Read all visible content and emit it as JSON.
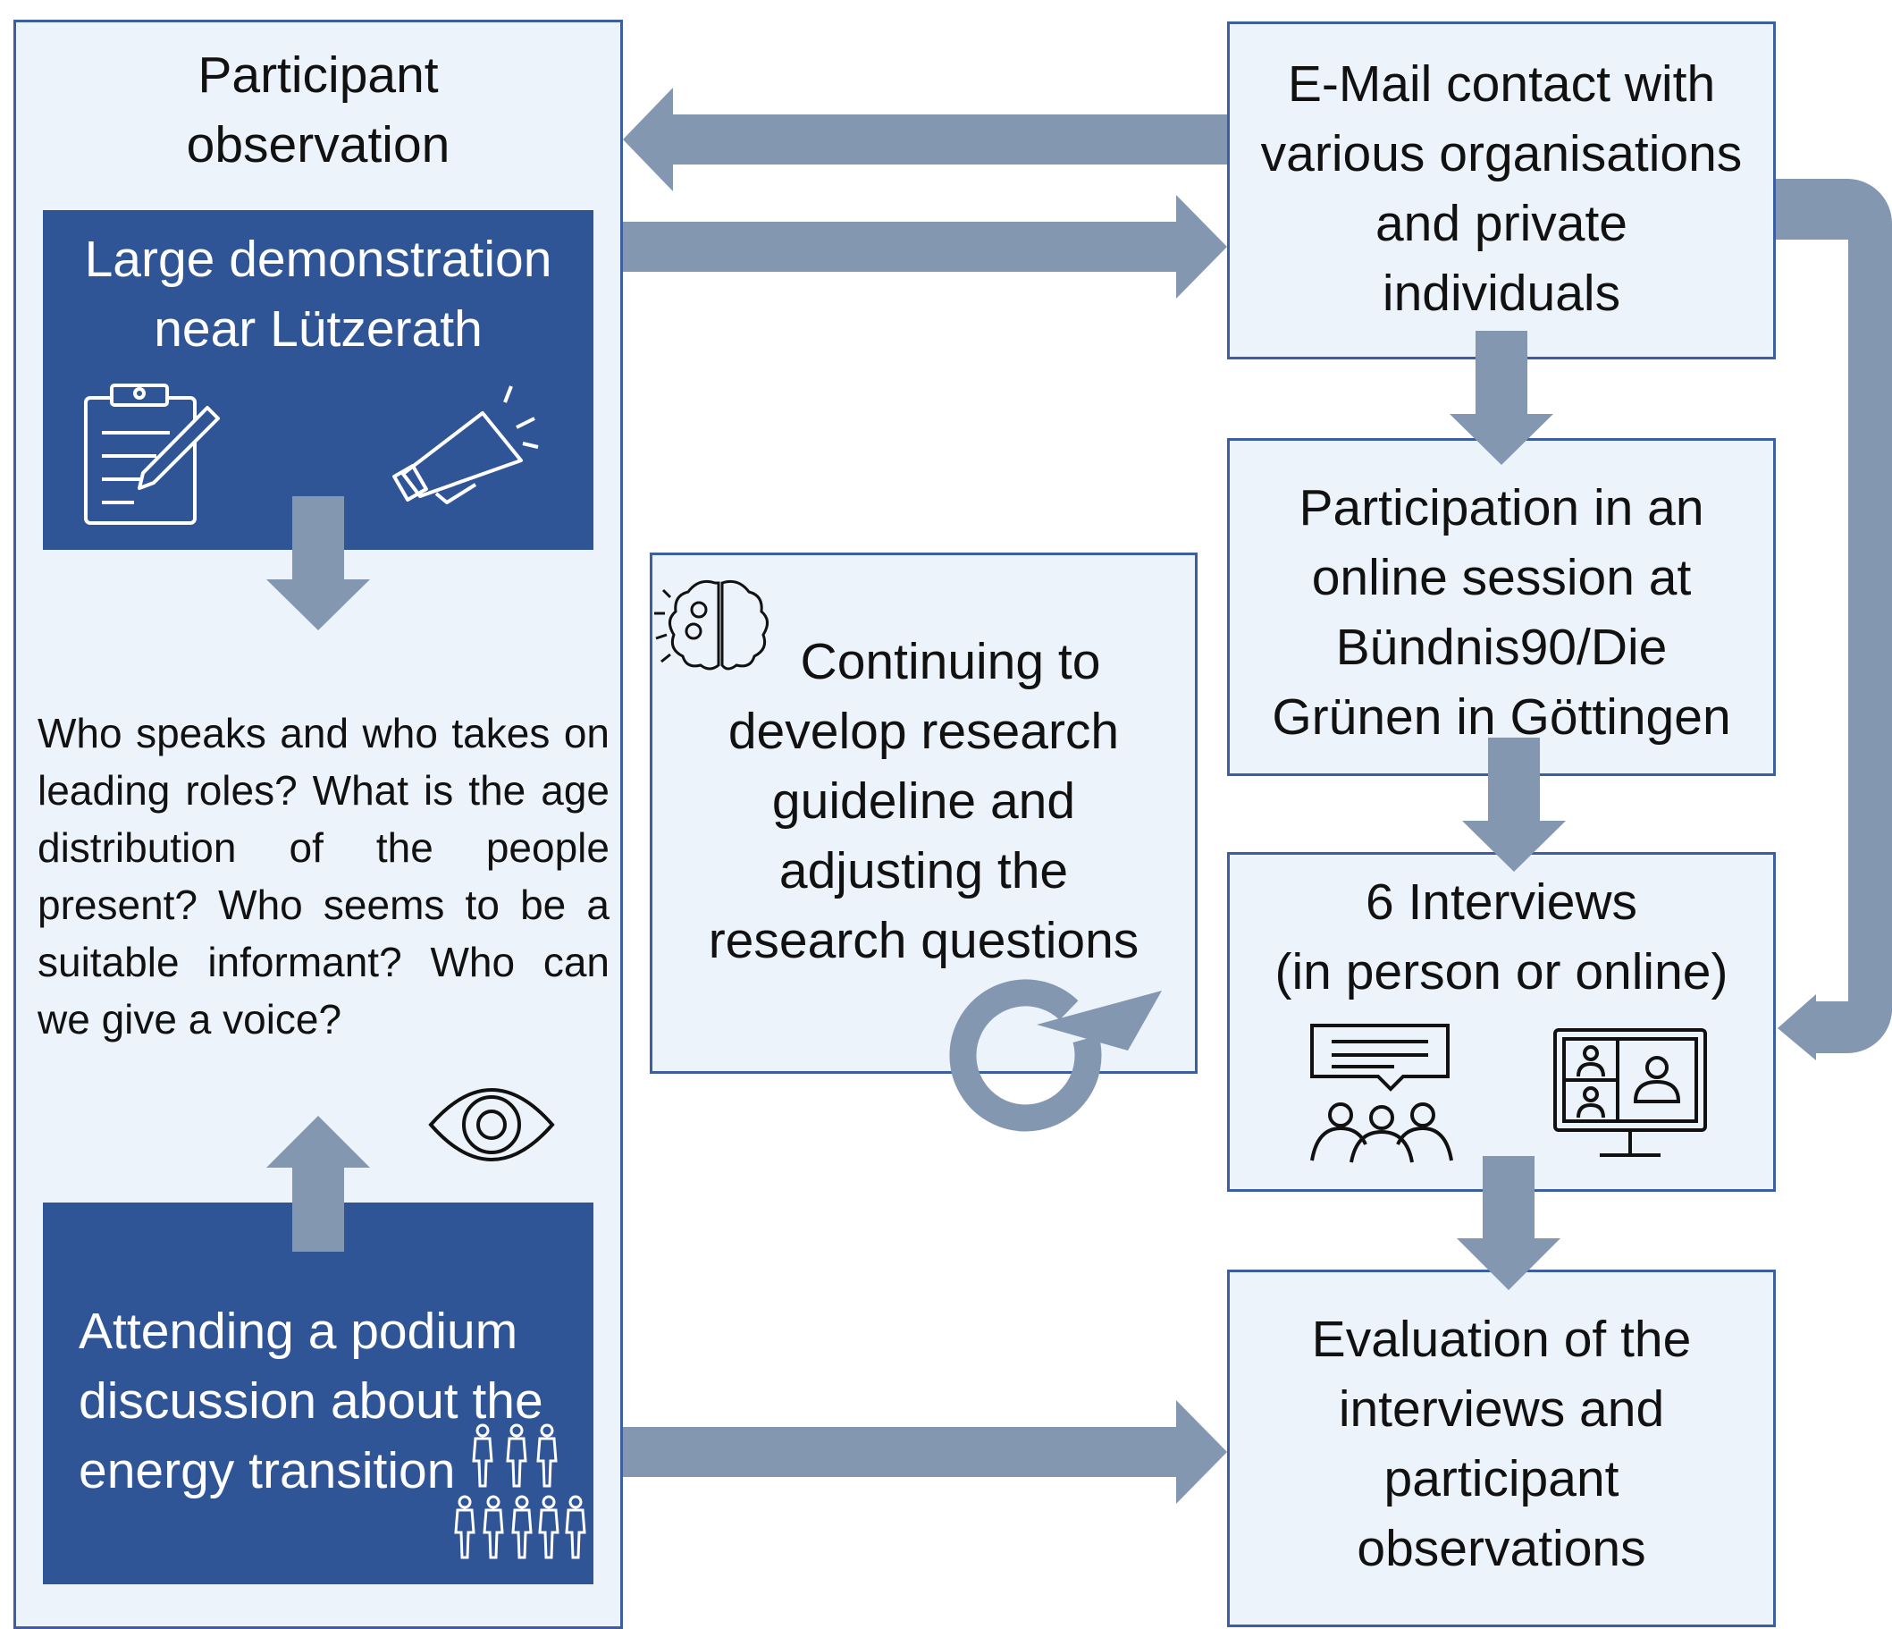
{
  "participant_observation": {
    "title": [
      "Participant",
      "observation"
    ],
    "demonstration": [
      "Large demonstration",
      "near Lützerath"
    ],
    "questions": "Who speaks and who takes on leading roles? What is the age distribution of the people present? Who seems to be a suitable informant? Who can we give a voice?",
    "podium": [
      "Attending a podium",
      "discussion about the",
      "energy transition"
    ]
  },
  "email_contact": [
    "E-Mail contact with",
    "various organisations",
    "and private",
    "individuals"
  ],
  "online_session": [
    "Participation in an",
    "online session at",
    "Bündnis90/Die",
    "Grünen in Göttingen"
  ],
  "interviews": [
    "6 Interviews",
    "(in person or online)"
  ],
  "evaluation": [
    "Evaluation of the",
    "interviews and",
    "participant",
    "observations"
  ],
  "guideline": [
    "Continuing to",
    "develop research",
    "guideline and",
    "adjusting the",
    "research questions"
  ],
  "colors": {
    "arrow": "#8497b0",
    "dark_box": "#2f5597",
    "light_box": "#edf3fa",
    "border": "#3c5fa3"
  },
  "icons": [
    "clipboard-icon",
    "megaphone-icon",
    "eye-icon",
    "people-group-icon",
    "brain-gears-icon",
    "cycle-arrow-icon",
    "discussion-icon",
    "video-call-icon"
  ]
}
